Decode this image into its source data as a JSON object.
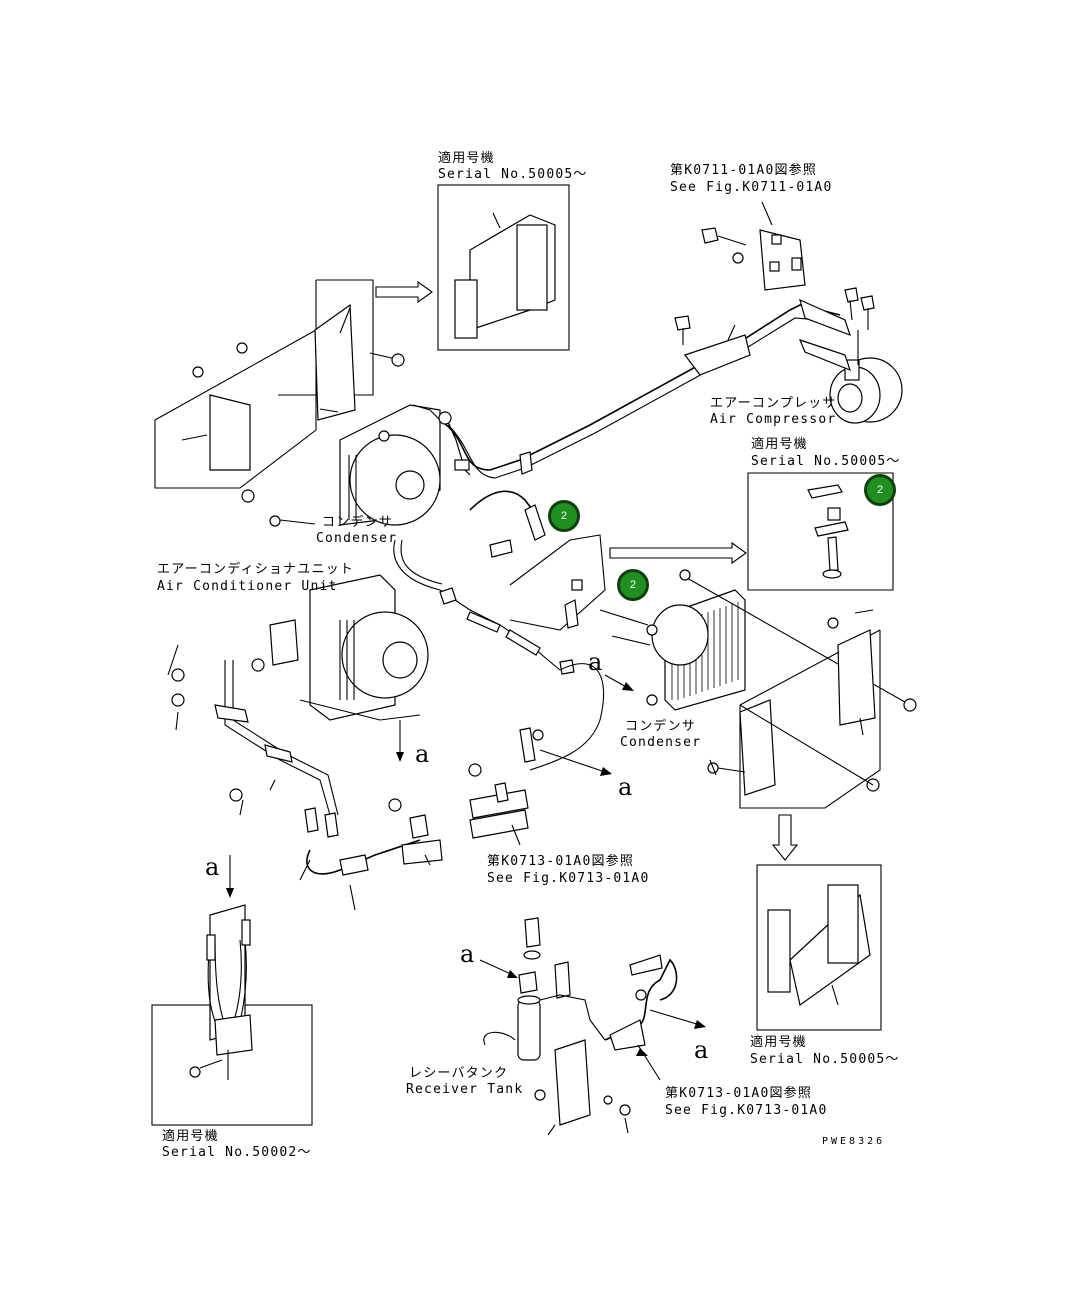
{
  "labels": {
    "inset_top": {
      "jp": "適用号機",
      "en": "Serial No.50005～"
    },
    "ref_k0711": {
      "jp": "第K0711-01A0図参照",
      "en": "See Fig.K0711-01A0"
    },
    "compressor": {
      "jp": "エアーコンプレッサ",
      "en": "Air Compressor"
    },
    "inset_right": {
      "jp": "適用号機",
      "en": "Serial No.50005～"
    },
    "condenser_left": {
      "jp": "コンデンサ",
      "en": "Condenser"
    },
    "ac_unit": {
      "jp": "エアーコンディショナユニット",
      "en": "Air Conditioner Unit"
    },
    "condenser_right": {
      "jp": "コンデンサ",
      "en": "Condenser"
    },
    "ref_k0713_a": {
      "jp": "第K0713-01A0図参照",
      "en": "See Fig.K0713-01A0"
    },
    "receiver": {
      "jp": "レシーバタンク",
      "en": "Receiver Tank"
    },
    "ref_k0713_b": {
      "jp": "第K0713-01A0図参照",
      "en": "See Fig.K0713-01A0"
    },
    "inset_bottom_right": {
      "jp": "適用号機",
      "en": "Serial No.50005～"
    },
    "inset_bottom_left": {
      "jp": "適用号機",
      "en": "Serial No.50002～"
    }
  },
  "callouts": [
    "2",
    "2",
    "2"
  ],
  "direction_marks": [
    "a",
    "a",
    "a",
    "a",
    "a",
    "a"
  ],
  "drawing_code": "PWE8326",
  "colors": {
    "callout_fill": "#1f8f1f",
    "callout_border": "#0f3f0f",
    "line": "#000000"
  }
}
